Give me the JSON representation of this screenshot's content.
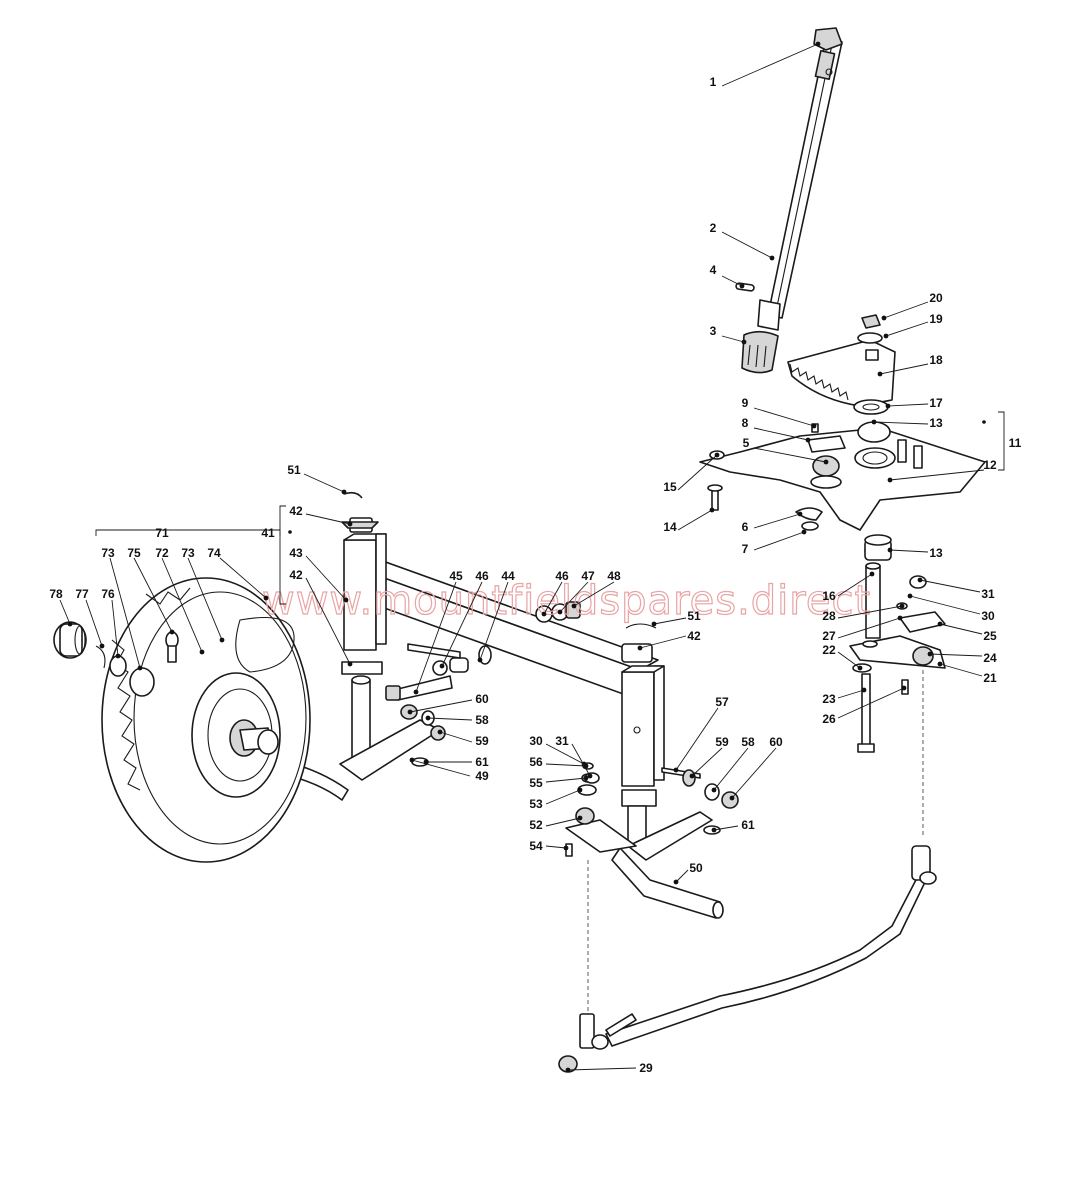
{
  "watermark": "www.mountfieldspares.direct",
  "callouts": [
    {
      "id": "c1",
      "text": "1"
    },
    {
      "id": "c2",
      "text": "2"
    },
    {
      "id": "c3",
      "text": "3"
    },
    {
      "id": "c4",
      "text": "4"
    },
    {
      "id": "c5",
      "text": "5"
    },
    {
      "id": "c6",
      "text": "6"
    },
    {
      "id": "c7",
      "text": "7"
    },
    {
      "id": "c8",
      "text": "8"
    },
    {
      "id": "c9",
      "text": "9"
    },
    {
      "id": "c11",
      "text": "11"
    },
    {
      "id": "c12",
      "text": "12"
    },
    {
      "id": "c13a",
      "text": "13"
    },
    {
      "id": "c13b",
      "text": "13"
    },
    {
      "id": "c14",
      "text": "14"
    },
    {
      "id": "c15",
      "text": "15"
    },
    {
      "id": "c16",
      "text": "16"
    },
    {
      "id": "c17",
      "text": "17"
    },
    {
      "id": "c18",
      "text": "18"
    },
    {
      "id": "c19",
      "text": "19"
    },
    {
      "id": "c20",
      "text": "20"
    },
    {
      "id": "c21",
      "text": "21"
    },
    {
      "id": "c22",
      "text": "22"
    },
    {
      "id": "c23",
      "text": "23"
    },
    {
      "id": "c24",
      "text": "24"
    },
    {
      "id": "c25",
      "text": "25"
    },
    {
      "id": "c26",
      "text": "26"
    },
    {
      "id": "c27",
      "text": "27"
    },
    {
      "id": "c28",
      "text": "28"
    },
    {
      "id": "c29",
      "text": "29"
    },
    {
      "id": "c30a",
      "text": "30"
    },
    {
      "id": "c30b",
      "text": "30"
    },
    {
      "id": "c31a",
      "text": "31"
    },
    {
      "id": "c31b",
      "text": "31"
    },
    {
      "id": "c41",
      "text": "41"
    },
    {
      "id": "c42a",
      "text": "42"
    },
    {
      "id": "c42b",
      "text": "42"
    },
    {
      "id": "c42c",
      "text": "42"
    },
    {
      "id": "c43",
      "text": "43"
    },
    {
      "id": "c44",
      "text": "44"
    },
    {
      "id": "c45",
      "text": "45"
    },
    {
      "id": "c46a",
      "text": "46"
    },
    {
      "id": "c46b",
      "text": "46"
    },
    {
      "id": "c47",
      "text": "47"
    },
    {
      "id": "c48",
      "text": "48"
    },
    {
      "id": "c49",
      "text": "49"
    },
    {
      "id": "c50",
      "text": "50"
    },
    {
      "id": "c51a",
      "text": "51"
    },
    {
      "id": "c51b",
      "text": "51"
    },
    {
      "id": "c52",
      "text": "52"
    },
    {
      "id": "c53",
      "text": "53"
    },
    {
      "id": "c54",
      "text": "54"
    },
    {
      "id": "c55",
      "text": "55"
    },
    {
      "id": "c56",
      "text": "56"
    },
    {
      "id": "c57",
      "text": "57"
    },
    {
      "id": "c58a",
      "text": "58"
    },
    {
      "id": "c58b",
      "text": "58"
    },
    {
      "id": "c59a",
      "text": "59"
    },
    {
      "id": "c59b",
      "text": "59"
    },
    {
      "id": "c60a",
      "text": "60"
    },
    {
      "id": "c60b",
      "text": "60"
    },
    {
      "id": "c61a",
      "text": "61"
    },
    {
      "id": "c61b",
      "text": "61"
    },
    {
      "id": "c71",
      "text": "71"
    },
    {
      "id": "c72",
      "text": "72"
    },
    {
      "id": "c73a",
      "text": "73"
    },
    {
      "id": "c73b",
      "text": "73"
    },
    {
      "id": "c74",
      "text": "74"
    },
    {
      "id": "c75",
      "text": "75"
    },
    {
      "id": "c76",
      "text": "76"
    },
    {
      "id": "c77",
      "text": "77"
    },
    {
      "id": "c78",
      "text": "78"
    }
  ]
}
